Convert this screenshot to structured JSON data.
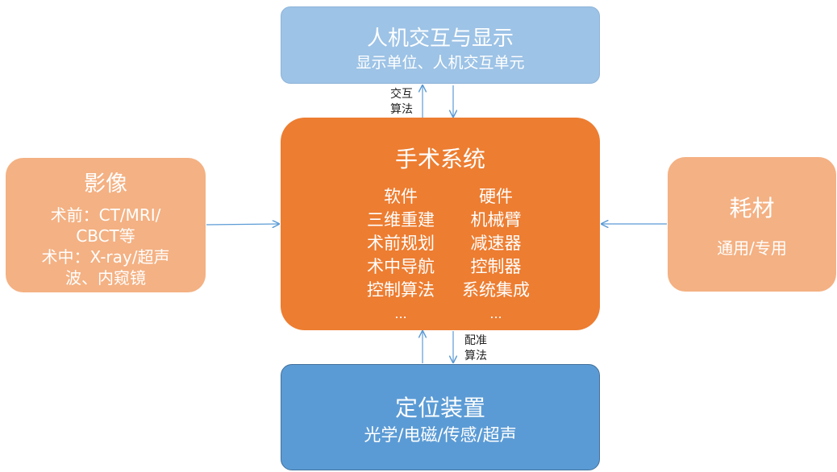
{
  "top": {
    "title": "人机交互与显示",
    "subtitle": "显示单位、人机交互单元"
  },
  "center": {
    "title": "手术系统",
    "software": {
      "heading": "软件",
      "items": [
        "三维重建",
        "术前规划",
        "术中导航",
        "控制算法"
      ],
      "more": "..."
    },
    "hardware": {
      "heading": "硬件",
      "items": [
        "机械臂",
        "减速器",
        "控制器",
        "系统集成"
      ],
      "more": "..."
    }
  },
  "left": {
    "title": "影像",
    "lines": [
      "术前：CT/MRI/",
      "CBCT等",
      "术中：X-ray/超声",
      "波、内窥镜"
    ]
  },
  "right": {
    "title": "耗材",
    "subtitle": "通用/专用"
  },
  "bottom": {
    "title": "定位装置",
    "subtitle": "光学/电磁/传感/超声"
  },
  "labels": {
    "top_arrow": [
      "交互",
      "算法"
    ],
    "bottom_arrow": [
      "配准",
      "算法"
    ]
  },
  "colors": {
    "top": "#9dc3e6",
    "center": "#ed7d31",
    "side": "#f4b183",
    "bottom": "#5b9bd5",
    "arrow": "#5b9bd5"
  }
}
